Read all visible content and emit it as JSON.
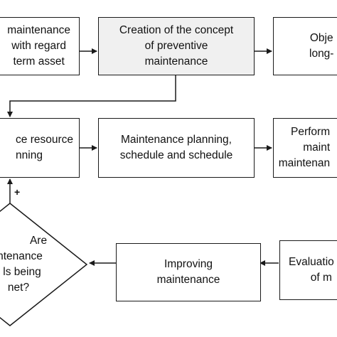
{
  "nodes": {
    "maintenance_asset": [
      "maintenance",
      "with regard",
      "term asset"
    ],
    "concept": [
      "Creation of the concept",
      "of preventive",
      "maintenance"
    ],
    "objectives": [
      "Obje",
      "long-"
    ],
    "resource_planning": [
      "ce resource",
      "nning"
    ],
    "maintenance_planning": [
      "Maintenance planning,",
      "schedule and schedule"
    ],
    "performance": [
      "Perform",
      "maint",
      "maintenan"
    ],
    "diamond": [
      "Are",
      "ntenance",
      "ls being",
      "net?"
    ],
    "improving": [
      "Improving",
      "maintenance"
    ],
    "evaluation": [
      "Evaluatio",
      "of m"
    ]
  },
  "edge_labels": {
    "plus": "+"
  }
}
